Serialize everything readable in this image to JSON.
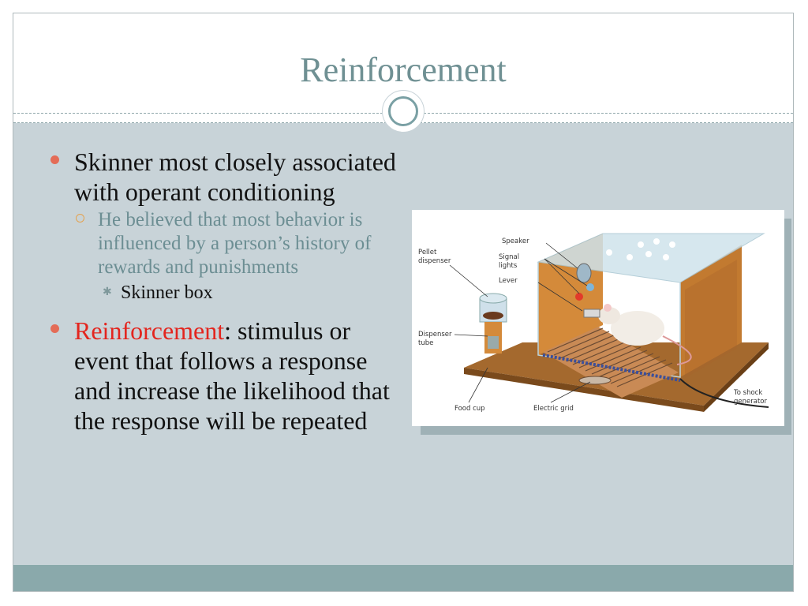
{
  "slide": {
    "title": "Reinforcement",
    "bullet1": "Skinner most closely associated with operant conditioning",
    "sub_bullet": "He believed that most behavior is influenced by a person’s history of rewards and punishments",
    "sub_sub_bullet": "Skinner box",
    "bullet2_term": "Reinforcement",
    "bullet2_rest": ": stimulus or event that follows a response and increase the likelihood that the response will be repeated"
  },
  "figure": {
    "labels": {
      "speaker": "Speaker",
      "signal": "Signal",
      "lights": "lights",
      "pellet": "Pellet",
      "dispenser": "dispenser",
      "lever": "Lever",
      "dispenser2": "Dispenser",
      "tube": "tube",
      "food_cup": "Food cup",
      "electric_grid": "Electric grid",
      "to_shock": "To shock",
      "generator": "generator"
    }
  },
  "colors": {
    "title": "#6f9093",
    "content_bg": "#c8d3d8",
    "footer_bg": "#8aa9ab",
    "bullet": "#e46c57",
    "sub_text": "#6c8e93",
    "term": "#e3251e"
  }
}
